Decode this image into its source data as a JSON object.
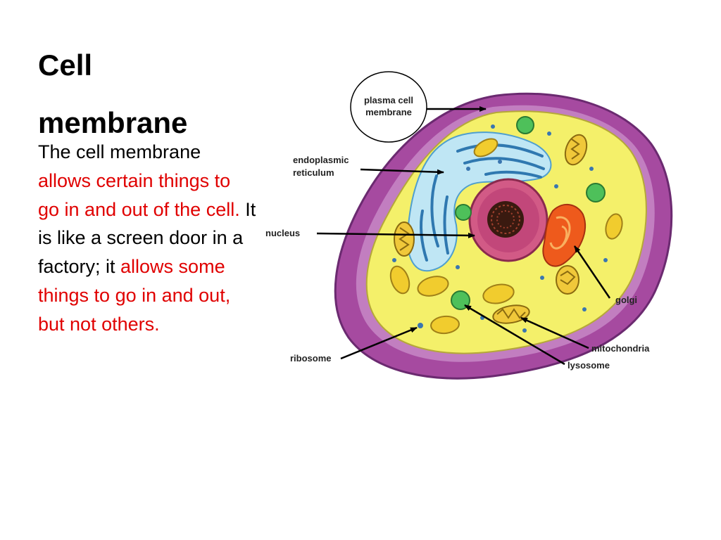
{
  "slide": {
    "title": "Cell membrane",
    "paragraph": [
      {
        "text": "The cell membrane ",
        "color": "#000000"
      },
      {
        "text": "allows certain things to go in and out of the cell.",
        "color": "#e00000"
      },
      {
        "text": " It is like a screen door in a factory; it ",
        "color": "#000000"
      },
      {
        "text": "allows some things to go in and out, but not others.",
        "color": "#e00000"
      }
    ]
  },
  "diagram": {
    "labels": {
      "plasma_membrane_line1": "plasma cell",
      "plasma_membrane_line2": "membrane",
      "er_line1": "endoplasmic",
      "er_line2": "reticulum",
      "nucleus": "nucleus",
      "ribosome": "ribosome",
      "golgi": "golgi",
      "mitochondria": "mitochondria",
      "lysosome": "lysosome"
    },
    "colors": {
      "membrane": "#a64aa0",
      "membrane_light": "#c27ec0",
      "cytoplasm": "#f4f06a",
      "nucleus": "#d25a86",
      "nucleolus": "#5a2a1a",
      "er": "#4f9fcf",
      "golgi": "#ee5a1c",
      "mitochondria": "#f0c83a",
      "lysosome": "#4ec05a",
      "ribosome": "#3a76b0"
    }
  }
}
